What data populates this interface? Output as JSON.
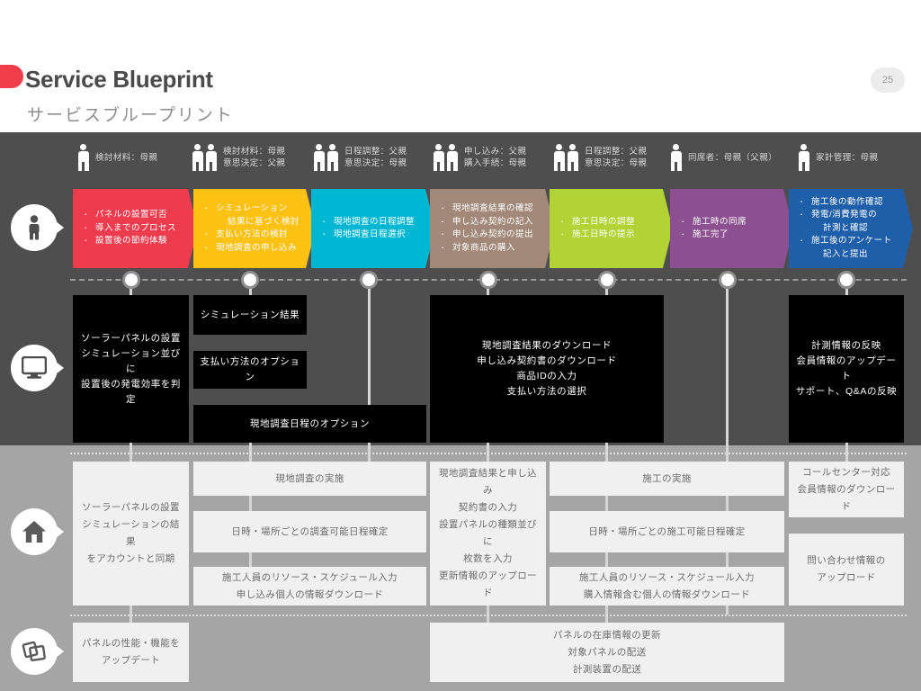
{
  "header": {
    "title": "Service Blueprint",
    "subtitle": "サービスブループリント",
    "page_number": "25",
    "accent_color": "#ef3e4a",
    "title_color": "#4a4a4a"
  },
  "row_icons": [
    {
      "name": "customer-icon",
      "glyph": "person"
    },
    {
      "name": "digital-touchpoint-icon",
      "glyph": "monitor"
    },
    {
      "name": "physical-onsite-icon",
      "glyph": "house"
    },
    {
      "name": "support-materials-icon",
      "glyph": "cards"
    }
  ],
  "actors": [
    {
      "figures": 1,
      "lines": [
        "検討材料：母親"
      ]
    },
    {
      "figures": 2,
      "lines": [
        "検討材料：母親",
        "意思決定：父親"
      ]
    },
    {
      "figures": 2,
      "lines": [
        "日程調整：父親",
        "意思決定：母親"
      ]
    },
    {
      "figures": 2,
      "lines": [
        "申し込み：父親",
        "購入手続：母親"
      ]
    },
    {
      "figures": 2,
      "lines": [
        "日程調整：父親",
        "意思決定：母親"
      ]
    },
    {
      "figures": 1,
      "lines": [
        "同席者：母親（父親）"
      ]
    },
    {
      "figures": 1,
      "lines": [
        "家計管理：母親"
      ]
    }
  ],
  "stages": [
    {
      "color": "#ee3b4d",
      "items": [
        {
          "text": "パネルの設置可否",
          "continuation": false
        },
        {
          "text": "導入までのプロセス",
          "continuation": false
        },
        {
          "text": "設置後の節約体験",
          "continuation": false
        }
      ]
    },
    {
      "color": "#fbc113",
      "items": [
        {
          "text": "シミュレーション",
          "continuation": false
        },
        {
          "text": "結果に基づく検討",
          "continuation": true
        },
        {
          "text": "支払い方法の検討",
          "continuation": false
        },
        {
          "text": "現地調査の申し込み",
          "continuation": false
        }
      ]
    },
    {
      "color": "#00b7d3",
      "items": [
        {
          "text": "現地調査の日程調整",
          "continuation": false
        },
        {
          "text": "現地調査日程選択",
          "continuation": false
        }
      ]
    },
    {
      "color": "#a28878",
      "items": [
        {
          "text": "現地調査結果の確認",
          "continuation": false
        },
        {
          "text": "申し込み契約の記入",
          "continuation": false
        },
        {
          "text": "申し込み契約の提出",
          "continuation": false
        },
        {
          "text": "対象商品の購入",
          "continuation": false
        }
      ]
    },
    {
      "color": "#b2d236",
      "items": [
        {
          "text": "施工日時の調整",
          "continuation": false
        },
        {
          "text": "施工日時の提示",
          "continuation": false
        }
      ]
    },
    {
      "color": "#8c5091",
      "items": [
        {
          "text": "施工時の同席",
          "continuation": false
        },
        {
          "text": "施工完了",
          "continuation": false
        }
      ]
    },
    {
      "color": "#1f5fa9",
      "items": [
        {
          "text": "施工後の動作確認",
          "continuation": false
        },
        {
          "text": "発電/消費発電の",
          "continuation": false
        },
        {
          "text": "計測と確認",
          "continuation": true
        },
        {
          "text": "施工後のアンケート",
          "continuation": false
        },
        {
          "text": "記入と提出",
          "continuation": true
        }
      ]
    }
  ],
  "digital_boxes": [
    {
      "text": "ソーラーパネルの設置\nシミュレーション並びに\n設置後の発電効率を判定"
    },
    {
      "text": "シミュレーション結果"
    },
    {
      "text": "支払い方法のオプション"
    },
    {
      "text": "現地調査日程のオプション"
    },
    {
      "text": "現地調査結果のダウンロード\n申し込み契約書のダウンロード\n商品IDの入力\n支払い方法の選択"
    },
    {
      "text": "計測情報の反映\n会員情報のアップデート\nサポート、Q&Aの反映"
    }
  ],
  "backstage_boxes": [
    {
      "text": "ソーラーパネルの設置\nシミュレーションの結果\nをアカウントと同期"
    },
    {
      "text": "現地調査の実施"
    },
    {
      "text": "日時・場所ごとの調査可能日程確定"
    },
    {
      "text": "施工人員のリソース・スケジュール入力\n申し込み個人の情報ダウンロード"
    },
    {
      "text": "現地調査結果と申し込み\n契約書の入力\n設置パネルの種類並びに\n枚数を入力\n更新情報のアップロード"
    },
    {
      "text": "施工の実施"
    },
    {
      "text": "日時・場所ごとの施工可能日程確定"
    },
    {
      "text": "施工人員のリソース・スケジュール入力\n購入情報含む個人の情報ダウンロード"
    },
    {
      "text": "コールセンター対応\n会員情報のダウンロード"
    },
    {
      "text": "問い合わせ情報の\nアップロード"
    }
  ],
  "support_boxes": [
    {
      "text": "パネルの性能・機能を\nアップデート"
    },
    {
      "text": "パネルの在庫情報の更新\n対象パネルの配送\n計測装置の配送"
    }
  ]
}
